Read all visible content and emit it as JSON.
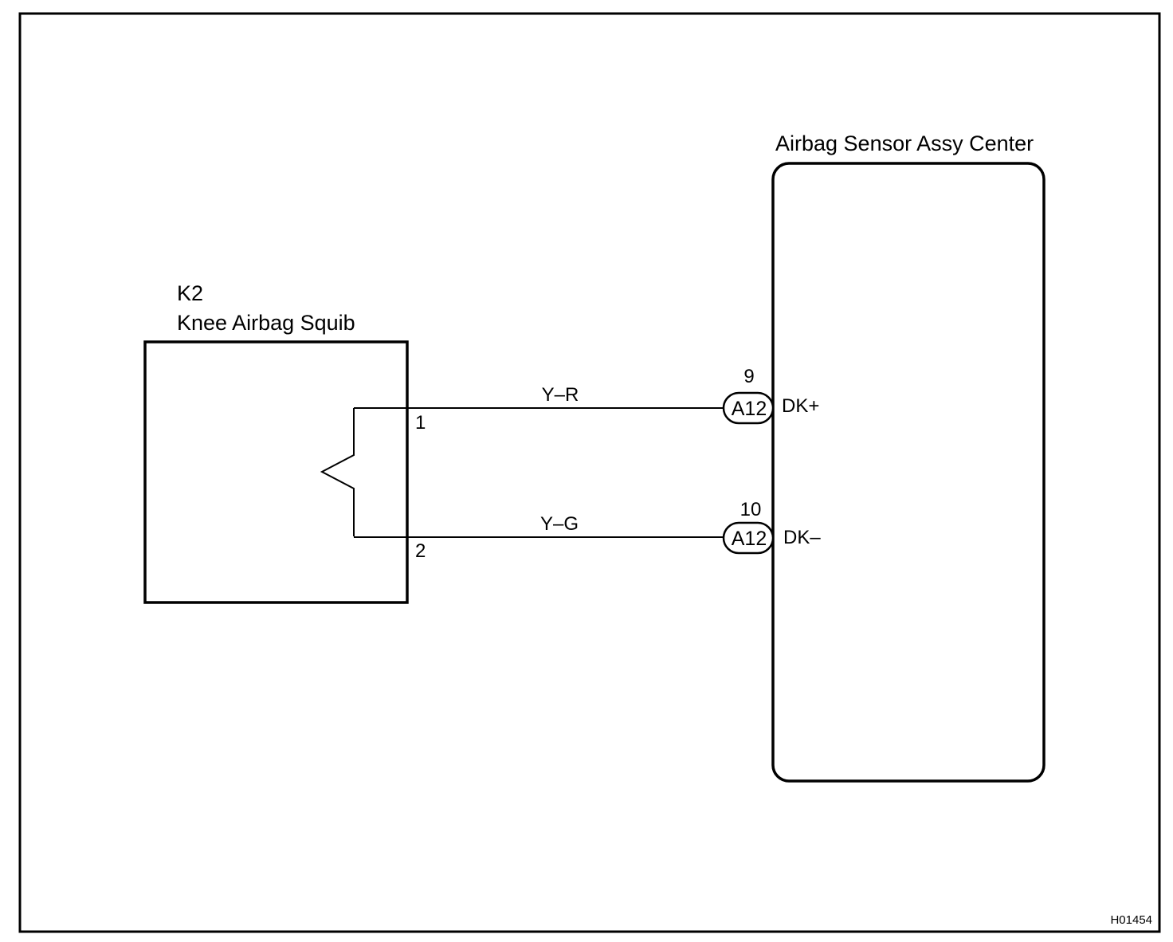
{
  "knee_airbag_squib": {
    "code": "K2",
    "name": "Knee Airbag Squib"
  },
  "airbag_sensor": {
    "name": "Airbag Sensor Assy Center"
  },
  "connections": [
    {
      "squib_pin": "1",
      "wire_color": "Y–R",
      "connector": "A12",
      "sensor_pin": "9",
      "terminal": "DK+"
    },
    {
      "squib_pin": "2",
      "wire_color": "Y–G",
      "connector": "A12",
      "sensor_pin": "10",
      "terminal": "DK–"
    }
  ],
  "figure_code": "H01454"
}
